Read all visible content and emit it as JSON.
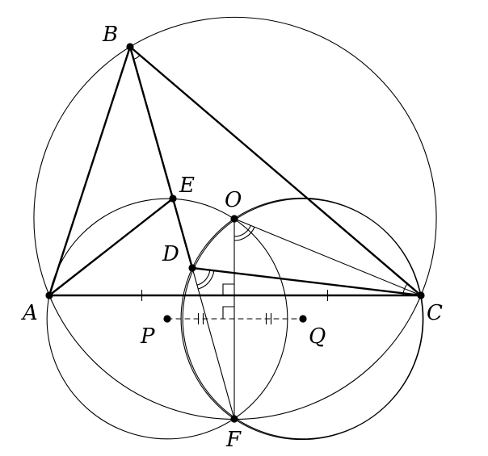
{
  "diagram": {
    "stroke_color": "#000000",
    "background_color": "#ffffff",
    "points": [
      {
        "id": "A",
        "label": "A"
      },
      {
        "id": "B",
        "label": "B"
      },
      {
        "id": "C",
        "label": "C"
      },
      {
        "id": "D",
        "label": "D"
      },
      {
        "id": "E",
        "label": "E"
      },
      {
        "id": "O",
        "label": "O"
      },
      {
        "id": "F",
        "label": "F"
      },
      {
        "id": "P",
        "label": "P"
      },
      {
        "id": "Q",
        "label": "Q"
      }
    ],
    "segments": [
      {
        "from": "A",
        "to": "B",
        "style": "thick"
      },
      {
        "from": "B",
        "to": "C",
        "style": "thick"
      },
      {
        "from": "A",
        "to": "C",
        "style": "thick"
      },
      {
        "from": "A",
        "to": "E",
        "style": "thick"
      },
      {
        "from": "B",
        "to": "E",
        "style": "thick"
      },
      {
        "from": "E",
        "to": "D",
        "style": "thick"
      },
      {
        "from": "D",
        "to": "C",
        "style": "thick"
      },
      {
        "from": "O",
        "to": "C",
        "style": "thin"
      },
      {
        "from": "O",
        "to": "F",
        "style": "thin"
      },
      {
        "from": "D",
        "to": "F",
        "style": "thin"
      },
      {
        "from": "P",
        "to": "Q",
        "style": "dashed"
      }
    ],
    "circles": [
      {
        "name": "circumcircle-abc",
        "through": [
          "A",
          "B",
          "C"
        ]
      },
      {
        "name": "circle-center-p",
        "center": "P",
        "through": "A"
      },
      {
        "name": "circle-center-q",
        "center": "Q",
        "through": "C"
      },
      {
        "name": "circle-through-d-o-f",
        "through": [
          "D",
          "O",
          "F"
        ]
      }
    ]
  }
}
